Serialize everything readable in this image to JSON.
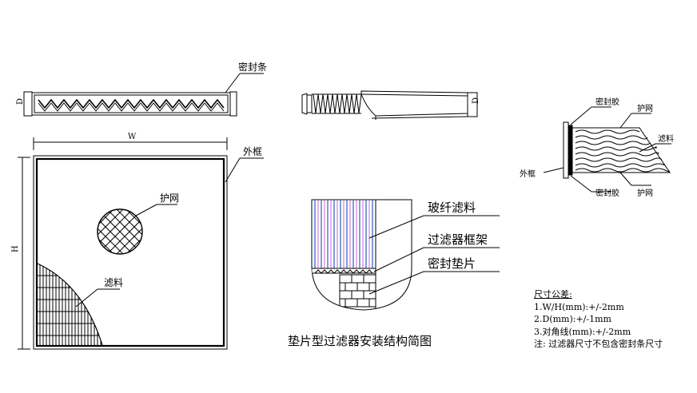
{
  "labels": {
    "top_seal": "密封条",
    "dim_d_left": "D",
    "dim_d_right": "D",
    "dim_w": "W",
    "dim_h": "H",
    "outer_frame": "外框",
    "guard_mesh": "护网",
    "filter_media": "滤料",
    "detail_seal_top": "密封胶",
    "detail_mesh_top": "护网",
    "detail_media": "滤料",
    "detail_frame": "外框",
    "detail_seal_bottom": "密封胶",
    "detail_mesh_bottom": "护网",
    "section_glass_fiber": "玻纤滤料",
    "section_frame": "过滤器框架",
    "section_gasket": "密封垫片",
    "section_caption": "垫片型过滤器安装结构简图"
  },
  "tolerance": {
    "title": "尺寸公差:",
    "lines": [
      "1.W/H(mm):+/-2mm",
      "2.D(mm):+/-1mm",
      "3.对角线(mm):+/-2mm",
      "注: 过滤器尺寸不包含密封条尺寸"
    ]
  },
  "colors": {
    "line": "#000000",
    "glass_fiber_blue": "#3b63c8",
    "glass_fiber_pink": "#d98ad9"
  }
}
